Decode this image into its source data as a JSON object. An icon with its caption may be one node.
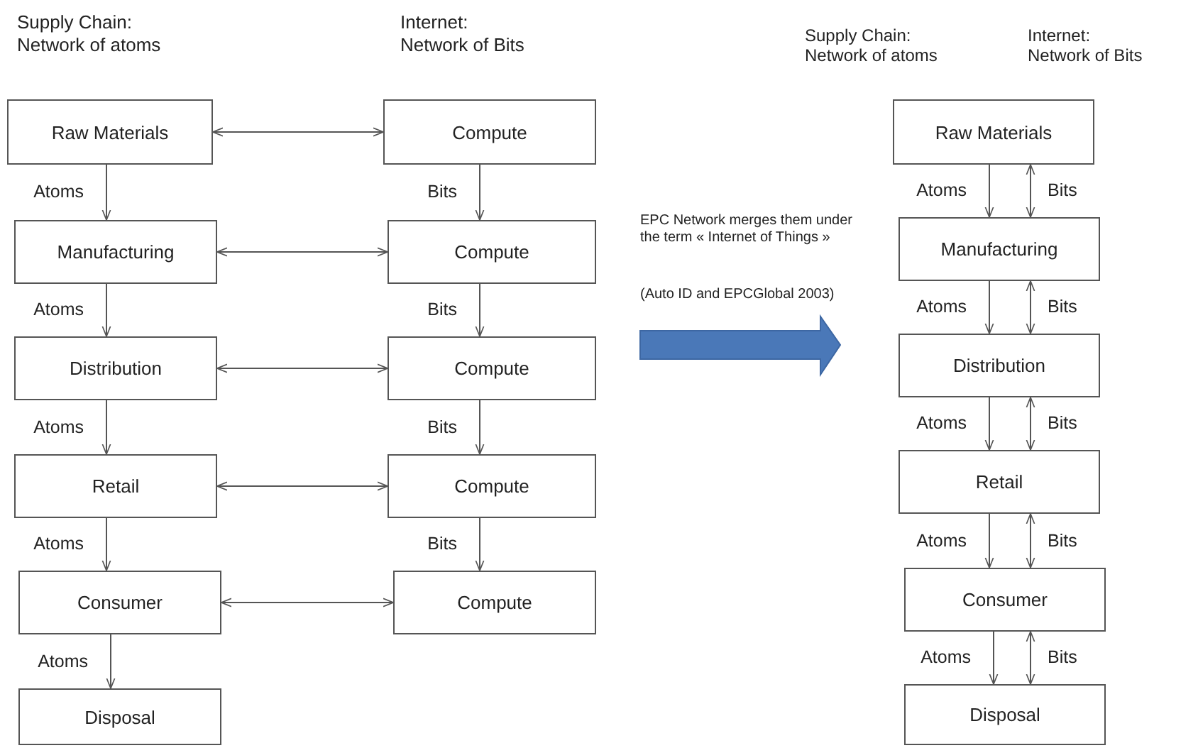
{
  "diagram": {
    "nodes": [
      {
        "text": [
          "Raw Materials"
        ]
      },
      {
        "text": [
          "Compute"
        ]
      },
      {
        "text": [
          "Manufacturing"
        ]
      },
      {
        "text": [
          "Compute"
        ]
      },
      {
        "text": [
          "Distribution"
        ]
      },
      {
        "text": [
          "Compute"
        ]
      },
      {
        "text": [
          "Retail"
        ]
      },
      {
        "text": [
          "Compute"
        ]
      },
      {
        "text": [
          "Consumer"
        ]
      },
      {
        "text": [
          "Compute"
        ]
      },
      {
        "text": [
          "Disposal"
        ]
      },
      {
        "text": [
          "Raw Materials"
        ]
      },
      {
        "text": [
          "Manufacturing"
        ]
      },
      {
        "text": [
          "Distribution"
        ]
      },
      {
        "text": [
          "Retail"
        ]
      },
      {
        "text": [
          "Consumer"
        ]
      },
      {
        "text": [
          "Disposal"
        ]
      }
    ],
    "edges": [
      {
        "from": 0,
        "to": 1,
        "arrow": "both"
      },
      {
        "from": 0,
        "to": 2,
        "arrow": "to",
        "label": "Atoms"
      },
      {
        "from": 1,
        "to": 3,
        "arrow": "to",
        "label": "Bits"
      },
      {
        "from": 2,
        "to": 3,
        "arrow": "both"
      },
      {
        "from": 2,
        "to": 4,
        "arrow": "to",
        "label": "Atoms"
      },
      {
        "from": 3,
        "to": 5,
        "arrow": "to",
        "label": "Bits"
      },
      {
        "from": 4,
        "to": 5,
        "arrow": "both"
      },
      {
        "from": 4,
        "to": 6,
        "arrow": "to",
        "label": "Atoms"
      },
      {
        "from": 5,
        "to": 7,
        "arrow": "to",
        "label": "Bits"
      },
      {
        "from": 6,
        "to": 7,
        "arrow": "both"
      },
      {
        "from": 6,
        "to": 8,
        "arrow": "to",
        "label": "Atoms"
      },
      {
        "from": 7,
        "to": 9,
        "arrow": "to",
        "label": "Bits"
      },
      {
        "from": 8,
        "to": 9,
        "arrow": "both"
      },
      {
        "from": 8,
        "to": 10,
        "arrow": "to",
        "label": "Atoms"
      },
      {
        "from": 11,
        "to": 12,
        "arrow": "to",
        "label": "Atoms"
      },
      {
        "from": 11,
        "to": 12,
        "arrow": "both",
        "label": "Bits"
      },
      {
        "from": 12,
        "to": 13,
        "arrow": "to",
        "label": "Atoms"
      },
      {
        "from": 12,
        "to": 13,
        "arrow": "both",
        "label": "Bits"
      },
      {
        "from": 13,
        "to": 14,
        "arrow": "to",
        "label": "Atoms"
      },
      {
        "from": 13,
        "to": 14,
        "arrow": "both",
        "label": "Bits"
      },
      {
        "from": 14,
        "to": 15,
        "arrow": "to",
        "label": "Atoms"
      },
      {
        "from": 14,
        "to": 15,
        "arrow": "both",
        "label": "Bits"
      },
      {
        "from": 15,
        "to": 16,
        "arrow": "to",
        "label": "Atoms"
      },
      {
        "from": 15,
        "to": 16,
        "arrow": "both",
        "label": "Bits"
      }
    ],
    "labels": [
      "Supply Chain: Network of atoms",
      "Internet: Network of Bits",
      "Supply Chain: Network of atoms",
      "Internet: Network of Bits",
      "EPC Network merges them under the term « Internet of Things »",
      "(Auto ID and EPCGlobal 2003)"
    ]
  }
}
